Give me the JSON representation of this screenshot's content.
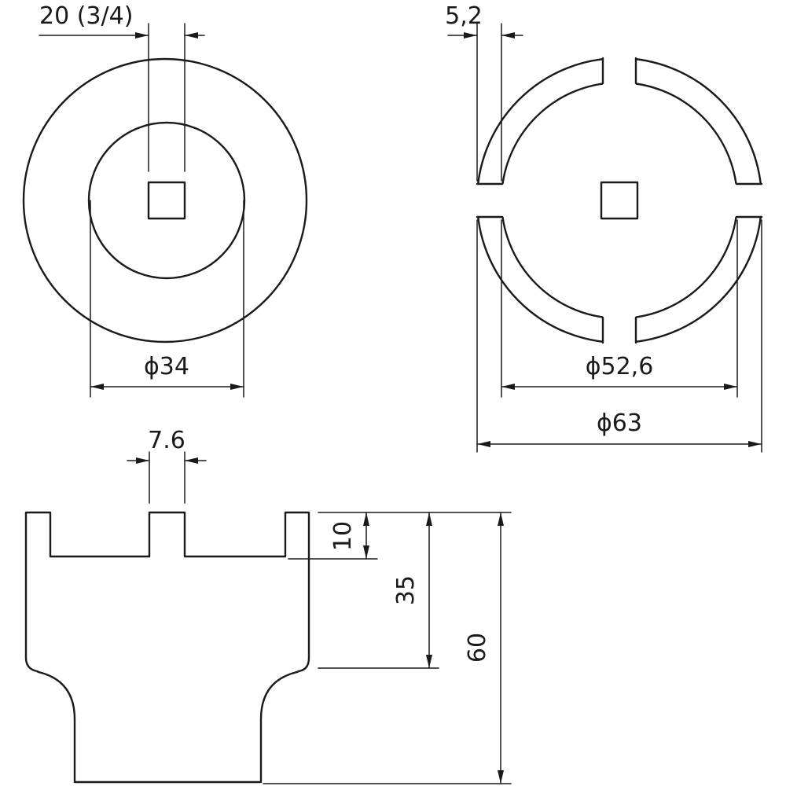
{
  "dimensions": {
    "top_left_key_size": "20 (3/4)",
    "top_left_inner_diameter": "ϕ34",
    "top_right_slot_width": "5,2",
    "top_right_inner_diameter": "ϕ52,6",
    "top_right_outer_diameter": "ϕ63",
    "side_tooth_width": "7.6",
    "side_tooth_height": "10",
    "side_body_depth": "35",
    "side_total_height": "60"
  },
  "colors": {
    "line": "#1a1a1a",
    "background": "#ffffff"
  }
}
